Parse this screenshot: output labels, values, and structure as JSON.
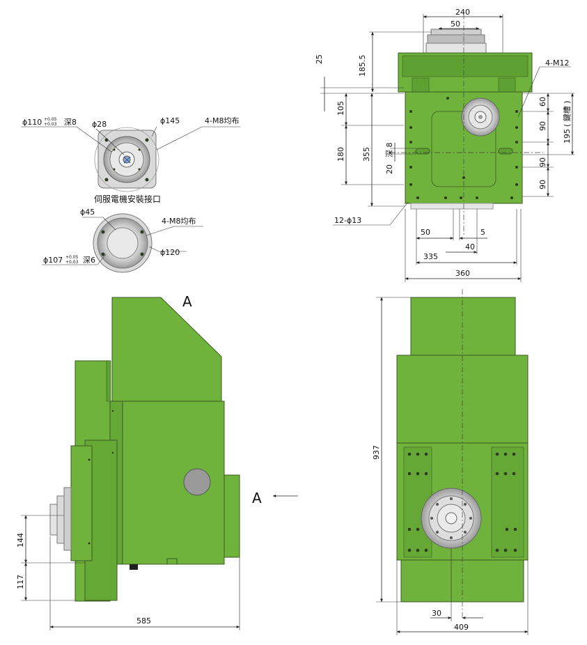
{
  "colors": {
    "body": "#6fb33c",
    "body_dark": "#5a9a30",
    "metal_light": "#e2e2e2",
    "metal_mid": "#b8b8b8",
    "metal_dark": "#8a8a8a",
    "line": "#222222"
  },
  "motor_interfaces": {
    "caption": "伺服電機安裝接口",
    "top": {
      "phi110": "ϕ110",
      "phi110_tol_upper": "+0.05",
      "phi110_tol_lower": "+0.03",
      "phi110_depth": "深8",
      "phi28": "ϕ28",
      "phi145": "ϕ145",
      "bolts": "4-M8均布"
    },
    "bottom": {
      "phi45": "ϕ45",
      "bolts": "4-M8均布",
      "phi107": "ϕ107",
      "phi107_tol_upper": "+0.05",
      "phi107_tol_lower": "+0.03",
      "phi107_depth": "深6",
      "phi120": "ϕ120"
    }
  },
  "top_view": {
    "dims": {
      "w240": "240",
      "w50": "50",
      "h185_5": "185.5",
      "h25": "25",
      "h105": "105",
      "h180": "180",
      "h355": "355",
      "slot_depth": "深 8",
      "slot_20": "20",
      "m12": "4-M12",
      "v60": "60",
      "v90a": "90",
      "v90b": "90",
      "v90c": "90",
      "v195": "195",
      "keyway": "( 鍵槽 )",
      "holes": "12-ϕ13",
      "h50": "50",
      "h5": "5",
      "h40": "40",
      "h335": "335",
      "h360": "360"
    }
  },
  "side_view": {
    "label_a": "A",
    "arrow_label": "A",
    "dims": {
      "v144": "144",
      "v117": "117",
      "w585": "585"
    }
  },
  "front_view": {
    "dims": {
      "h937": "937",
      "w30": "30",
      "w409": "409"
    }
  }
}
